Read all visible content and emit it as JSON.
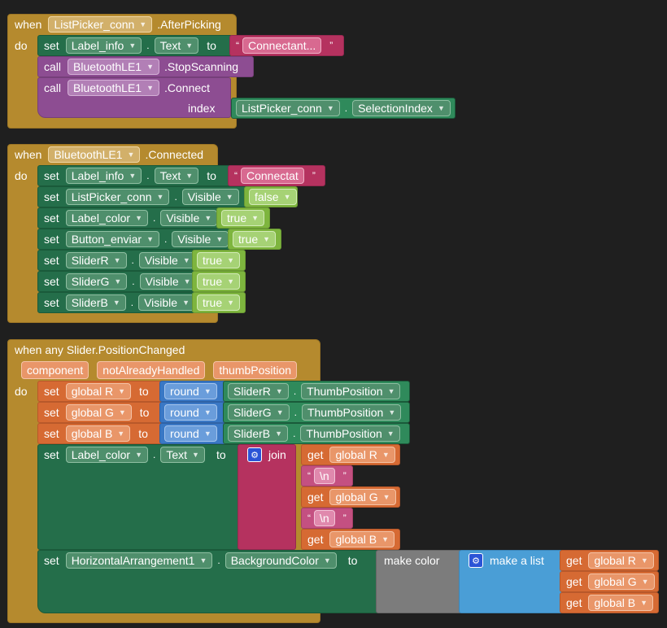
{
  "blocks": {
    "kw": {
      "when": "when",
      "do": "do",
      "set": "set",
      "call": "call",
      "to": "to",
      "index": "index",
      "dot": ".",
      "get": "get",
      "join": "join",
      "round": "round",
      "make_color": "make color",
      "make_list": "make a list",
      "when_any": "when any Slider.PositionChanged"
    },
    "ev1": {
      "component": "ListPicker_conn",
      "event": ".AfterPicking",
      "s1_comp": "Label_info",
      "s1_prop": "Text",
      "s1_text": "Connectant...",
      "c1_comp": "BluetoothLE1",
      "c1_method": ".StopScanning",
      "c2_comp": "BluetoothLE1",
      "c2_method": ".Connect",
      "idx_comp": "ListPicker_conn",
      "idx_prop": "SelectionIndex"
    },
    "ev2": {
      "component": "BluetoothLE1",
      "event": ".Connected",
      "rows": [
        {
          "comp": "Label_info",
          "prop": "Text",
          "val": "Connectat",
          "kind": "text"
        },
        {
          "comp": "ListPicker_conn",
          "prop": "Visible",
          "val": "false",
          "kind": "logic"
        },
        {
          "comp": "Label_color",
          "prop": "Visible",
          "val": "true",
          "kind": "logic"
        },
        {
          "comp": "Button_enviar",
          "prop": "Visible",
          "val": "true",
          "kind": "logic"
        },
        {
          "comp": "SliderR",
          "prop": "Visible",
          "val": "true",
          "kind": "logic"
        },
        {
          "comp": "SliderG",
          "prop": "Visible",
          "val": "true",
          "kind": "logic"
        },
        {
          "comp": "SliderB",
          "prop": "Visible",
          "val": "true",
          "kind": "logic"
        }
      ]
    },
    "ev3": {
      "params": [
        "component",
        "notAlreadyHandled",
        "thumbPosition"
      ],
      "rounds": [
        {
          "var": "global R",
          "slider": "SliderR",
          "prop": "ThumbPosition"
        },
        {
          "var": "global G",
          "slider": "SliderG",
          "prop": "ThumbPosition"
        },
        {
          "var": "global B",
          "slider": "SliderB",
          "prop": "ThumbPosition"
        }
      ],
      "label_comp": "Label_color",
      "label_prop": "Text",
      "join_items": [
        "global R",
        "\\n",
        "global G",
        "\\n",
        "global B"
      ],
      "ha_comp": "HorizontalArrangement1",
      "ha_prop": "BackgroundColor",
      "list_items": [
        "global R",
        "global G",
        "global B"
      ]
    }
  }
}
